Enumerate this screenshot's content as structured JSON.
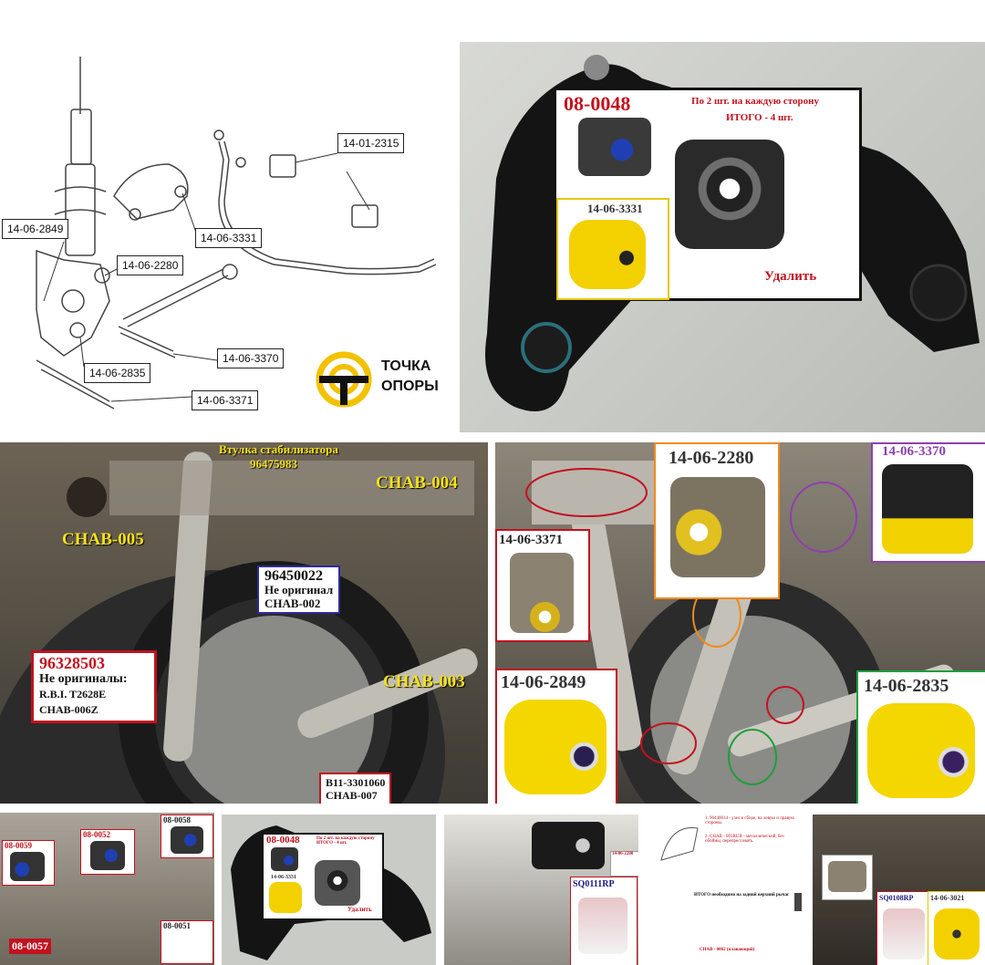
{
  "diagram": {
    "labels": [
      "14-01-2315",
      "14-06-2849",
      "14-06-3331",
      "14-06-2280",
      "14-06-3370",
      "14-06-2835",
      "14-06-3371"
    ],
    "logo": {
      "line1": "ТОЧКА",
      "line2": "ОПОРЫ"
    }
  },
  "photo_arm": {
    "code_main": "08-0048",
    "note_line1": "По 2 шт. на каждую сторону",
    "note_line2": "ИТОГО - 4 шт.",
    "code_poly": "14-06-3331",
    "remove_label": "Удалить"
  },
  "photo_rear": {
    "stab_line1": "Втулка стабилизатора",
    "stab_line2": "96475983",
    "chab005": "CHAB-005",
    "chab004": "CHAB-004",
    "chab003": "CHAB-003",
    "box_blue": {
      "code": "96450022",
      "line1": "Не оригинал",
      "line2": "CHAB-002"
    },
    "box_red": {
      "code": "96328503",
      "title": "Не оригиналы:",
      "line1": "R.B.I. T2628E",
      "line2": "CHAB-006Z"
    },
    "box_bottom": {
      "line1": "B11-3301060",
      "line2": "CHAB-007"
    }
  },
  "photo_poly": {
    "code_2280": "14-06-2280",
    "code_3370": "14-06-3370",
    "code_3371": "14-06-3371",
    "code_2849": "14-06-2849",
    "code_2835": "14-06-2835"
  },
  "thumbs": {
    "t1": [
      "08-0058",
      "08-0059",
      "08-0052",
      "08-0051",
      "08-0057"
    ],
    "t2": {
      "code": "08-0048",
      "poly": "14-06-3331",
      "note": "По 2 шт. на каждую сторону ИТОГО - 4 шт.",
      "remove": "Удалить"
    },
    "t3": {
      "code": "SQ0111RP",
      "poly": "14-06-2280"
    },
    "t4": {
      "line1": "1. 96440014 - узел в сборе, на левую и правую стороны.",
      "line2": "2. CHAB - 003RUB - металлический, без обоймы, перепрессовать.",
      "line3": "ИТОГО необходимо на задний верхний рычаг",
      "line4": "CHAB - 0062 (плавающий)"
    },
    "t5": {
      "code": "SQ0108RP",
      "poly": "14-06-3021"
    }
  }
}
